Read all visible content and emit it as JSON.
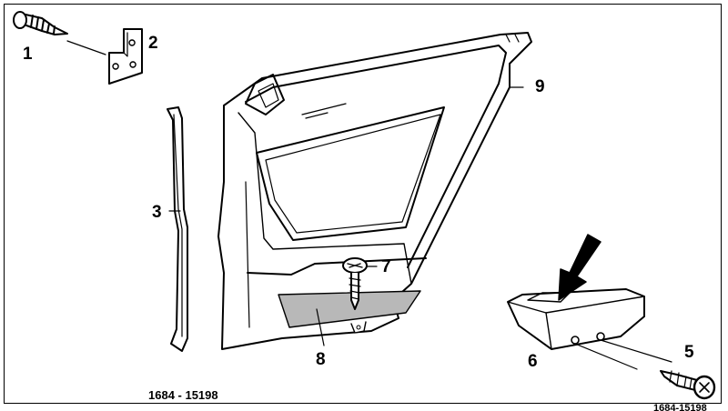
{
  "callouts": {
    "c1": "1",
    "c2": "2",
    "c3": "3",
    "c5": "5",
    "c6": "6",
    "c7": "7",
    "c8": "8",
    "c9": "9"
  },
  "reference_number": "1684 - 15198",
  "corner_reference": "1684-15198",
  "colors": {
    "line": "#000000",
    "background": "#ffffff",
    "felt": "#b8b8b8"
  }
}
